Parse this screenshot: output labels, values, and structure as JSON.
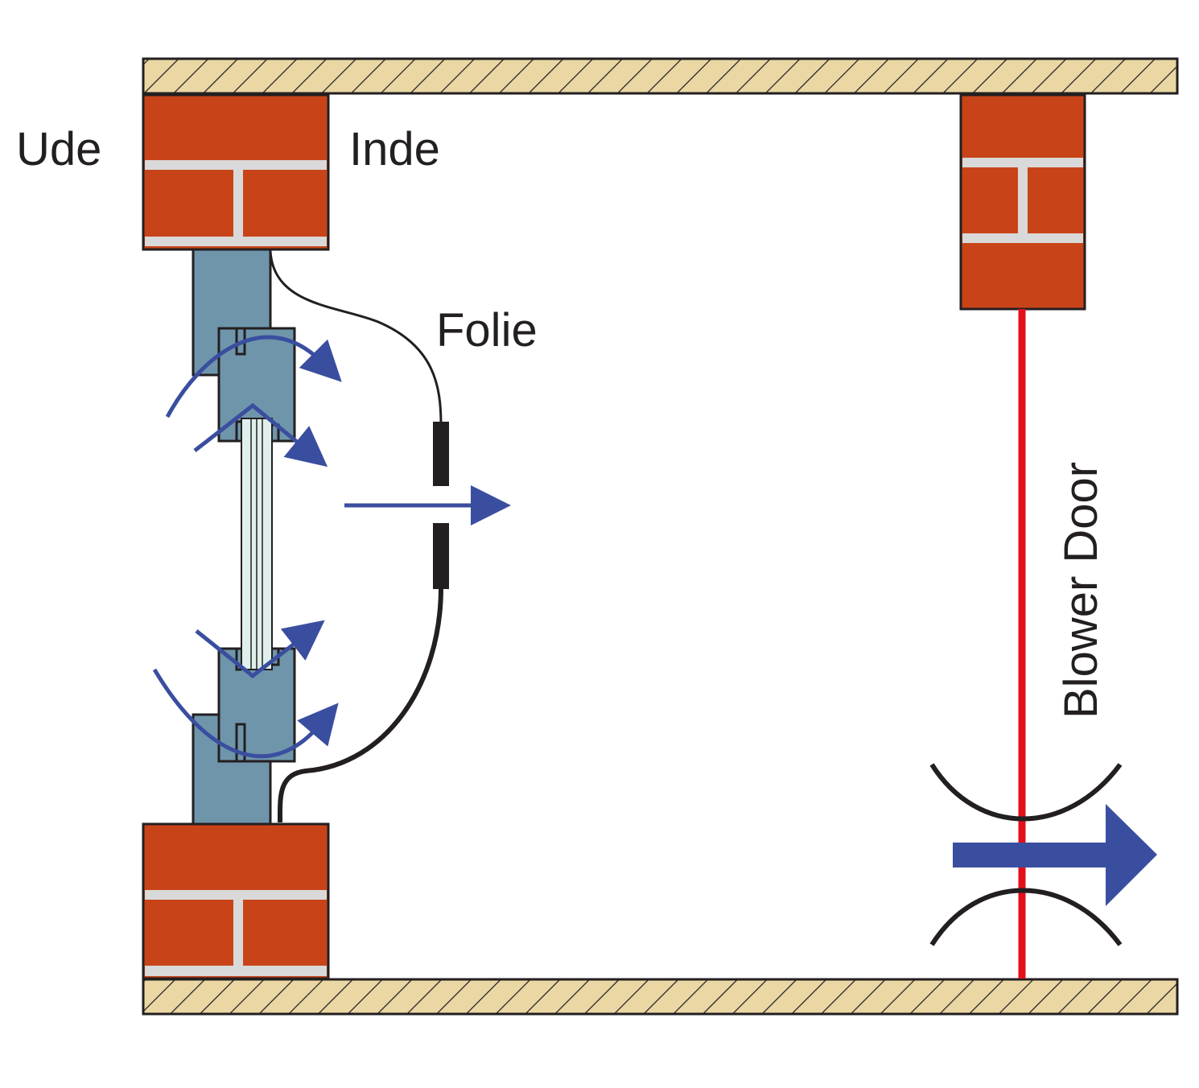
{
  "labels": {
    "outside": "Ude",
    "inside": "Inde",
    "film": "Folie",
    "blower_door": "Blower Door"
  },
  "colors": {
    "brick": "#c84418",
    "mortar": "#d9d9d9",
    "slab": "#ead7a4",
    "window_frame": "#6f95ab",
    "glass": "#dff0ec",
    "airflow": "#3a4ea0",
    "blower_line": "#e3101c",
    "outline": "#231f20"
  }
}
